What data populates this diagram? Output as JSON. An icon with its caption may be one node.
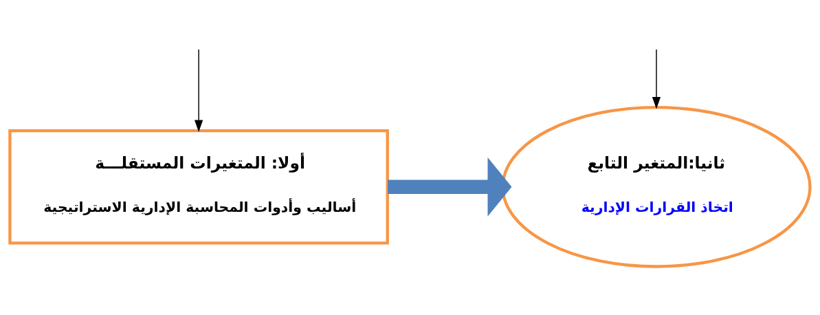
{
  "diagram": {
    "nodes": [
      {
        "text": [
          "أولا: المتغيرات المستقلـــة",
          "أساليب وأدوات المحاسبة الإدارية الاستراتيجية"
        ]
      },
      {
        "text": [
          "ثانيا:المتغير التابع",
          "اتخاذ القرارات الإدارية"
        ]
      }
    ],
    "edges": [
      {
        "from": null,
        "to": 0,
        "arrow": "to"
      },
      {
        "from": null,
        "to": 1,
        "arrow": "to"
      },
      {
        "from": 0,
        "to": 1,
        "arrow": "to",
        "style": "thick",
        "color": "#4f81bd"
      }
    ]
  }
}
